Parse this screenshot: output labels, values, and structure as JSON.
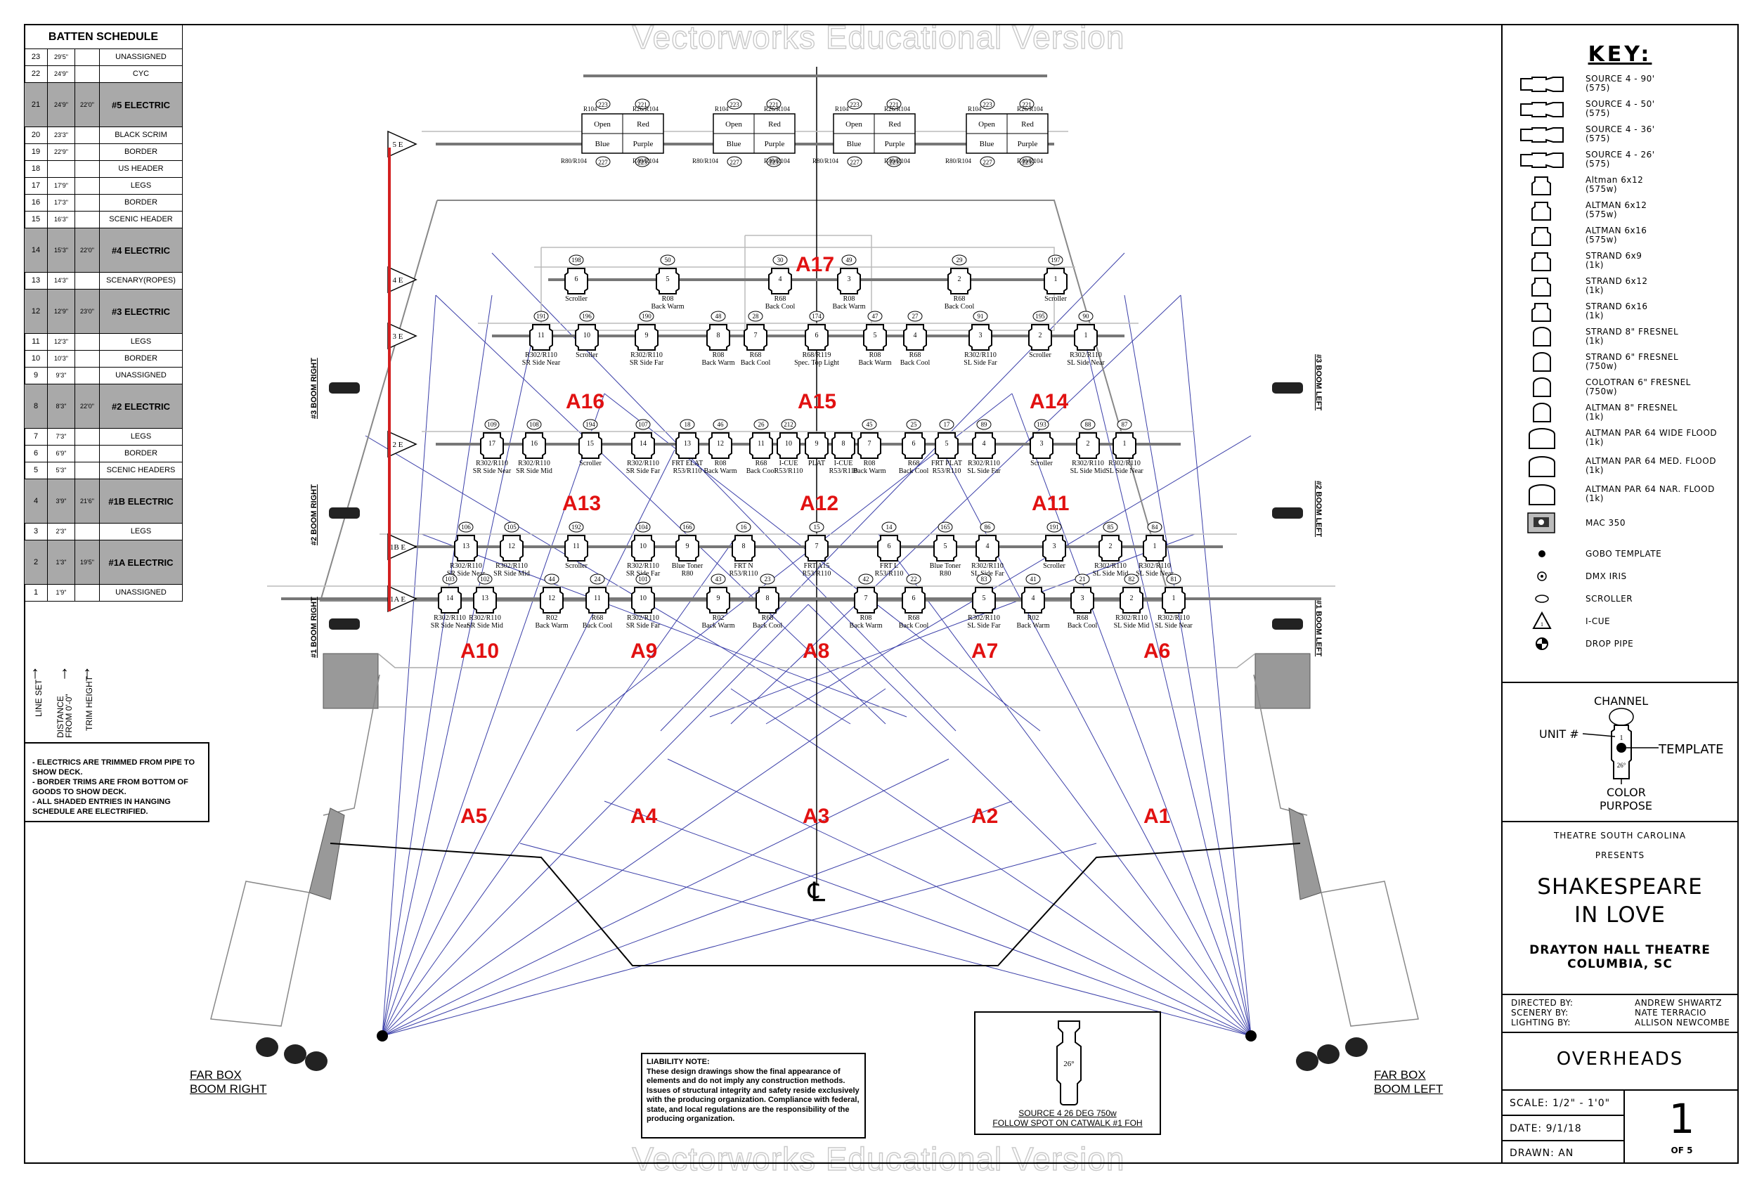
{
  "watermark": "Vectorworks Educational Version",
  "batten_schedule": {
    "title": "BATTEN SCHEDULE",
    "rows": [
      {
        "n": "23",
        "dist": "29'5\"",
        "trim": "",
        "name": "UNASSIGNED",
        "shaded": false
      },
      {
        "n": "22",
        "dist": "24'9\"",
        "trim": "",
        "name": "CYC",
        "shaded": false
      },
      {
        "n": "21",
        "dist": "24'9\"",
        "trim": "22'0\"",
        "name": "#5 ELECTRIC",
        "shaded": true
      },
      {
        "n": "20",
        "dist": "23'3\"",
        "trim": "",
        "name": "BLACK SCRIM",
        "shaded": false
      },
      {
        "n": "19",
        "dist": "22'9\"",
        "trim": "",
        "name": "BORDER",
        "shaded": false
      },
      {
        "n": "18",
        "dist": "",
        "trim": "",
        "name": "US HEADER",
        "shaded": false
      },
      {
        "n": "17",
        "dist": "17'9\"",
        "trim": "",
        "name": "LEGS",
        "shaded": false
      },
      {
        "n": "16",
        "dist": "17'3\"",
        "trim": "",
        "name": "BORDER",
        "shaded": false
      },
      {
        "n": "15",
        "dist": "16'3\"",
        "trim": "",
        "name": "SCENIC HEADER",
        "shaded": false
      },
      {
        "n": "14",
        "dist": "15'3\"",
        "trim": "22'0\"",
        "name": "#4 ELECTRIC",
        "shaded": true
      },
      {
        "n": "13",
        "dist": "14'3\"",
        "trim": "",
        "name": "SCENARY(ROPES)",
        "shaded": false
      },
      {
        "n": "12",
        "dist": "12'9\"",
        "trim": "23'0\"",
        "name": "#3 ELECTRIC",
        "shaded": true
      },
      {
        "n": "11",
        "dist": "12'3\"",
        "trim": "",
        "name": "LEGS",
        "shaded": false
      },
      {
        "n": "10",
        "dist": "10'3\"",
        "trim": "",
        "name": "BORDER",
        "shaded": false
      },
      {
        "n": "9",
        "dist": "9'3\"",
        "trim": "",
        "name": "UNASSIGNED",
        "shaded": false
      },
      {
        "n": "8",
        "dist": "8'3\"",
        "trim": "22'0\"",
        "name": "#2 ELECTRIC",
        "shaded": true
      },
      {
        "n": "7",
        "dist": "7'3\"",
        "trim": "",
        "name": "LEGS",
        "shaded": false
      },
      {
        "n": "6",
        "dist": "6'9\"",
        "trim": "",
        "name": "BORDER",
        "shaded": false
      },
      {
        "n": "5",
        "dist": "5'3\"",
        "trim": "",
        "name": "SCENIC HEADERS",
        "shaded": false
      },
      {
        "n": "4",
        "dist": "3'9\"",
        "trim": "21'6\"",
        "name": "#1B ELECTRIC",
        "shaded": true
      },
      {
        "n": "3",
        "dist": "2'3\"",
        "trim": "",
        "name": "LEGS",
        "shaded": false
      },
      {
        "n": "2",
        "dist": "1'3\"",
        "trim": "19'5\"",
        "name": "#1A ELECTRIC",
        "shaded": true
      },
      {
        "n": "1",
        "dist": "1'9\"",
        "trim": "",
        "name": "UNASSIGNED",
        "shaded": false
      }
    ],
    "column_headers": [
      "LINE SET",
      "DISTANCE FROM 0'-0\"",
      "TRIM HEIGHT"
    ]
  },
  "notes": [
    "- ELECTRICS ARE TRIMMED FROM PIPE TO SHOW DECK.",
    "- BORDER TRIMS ARE FROM BOTTOM OF GOODS TO SHOW DECK.",
    "- ALL SHADED ENTRIES IN HANGING SCHEDULE ARE ELECTRIFIED."
  ],
  "liability": {
    "title": "LIABILITY NOTE:",
    "text": "These design drawings show the final appearance of elements and do not imply any construction methods. Issues of structural integrity and safety reside exclusively with the producing organization. Compliance with federal, state, and local regulations are the responsibility of the producing organization."
  },
  "follow_spot": {
    "label_line1": "SOURCE 4 26 DEG 750w",
    "label_line2": "FOLLOW SPOT ON CATWALK #1 FOH",
    "unit_label": "26°"
  },
  "key": {
    "title": "KEY:",
    "items": [
      {
        "label": "SOURCE 4 - 90'",
        "sub": "(575)",
        "icon": "source4-icon"
      },
      {
        "label": "SOURCE 4 - 50'",
        "sub": "(575)",
        "icon": "source4-icon"
      },
      {
        "label": "SOURCE 4 - 36'",
        "sub": "(575)",
        "icon": "source4-icon"
      },
      {
        "label": "SOURCE 4 - 26'",
        "sub": "(575)",
        "icon": "source4-icon"
      },
      {
        "label": "Altman 6x12",
        "sub": "(575w)",
        "icon": "ellipsoidal-icon"
      },
      {
        "label": "ALTMAN 6x12",
        "sub": "(575w)",
        "icon": "ellipsoidal-icon"
      },
      {
        "label": "ALTMAN 6x16",
        "sub": "(575w)",
        "icon": "ellipsoidal-icon"
      },
      {
        "label": "STRAND 6x9",
        "sub": "(1k)",
        "icon": "ellipsoidal-icon"
      },
      {
        "label": "STRAND 6x12",
        "sub": "(1k)",
        "icon": "ellipsoidal-icon"
      },
      {
        "label": "STRAND 6x16",
        "sub": "(1k)",
        "icon": "ellipsoidal-icon"
      },
      {
        "label": "STRAND 8\" FRESNEL",
        "sub": "(1k)",
        "icon": "fresnel-icon"
      },
      {
        "label": "STRAND 6\" FRESNEL",
        "sub": "(750w)",
        "icon": "fresnel-icon"
      },
      {
        "label": "COLOTRAN 6\" FRESNEL",
        "sub": "(750w)",
        "icon": "fresnel-icon"
      },
      {
        "label": "ALTMAN 8\" FRESNEL",
        "sub": "(1k)",
        "icon": "fresnel-icon"
      },
      {
        "label": "ALTMAN PAR 64 WIDE FLOOD",
        "sub": "(1k)",
        "icon": "par-icon"
      },
      {
        "label": "ALTMAN PAR 64 MED. FLOOD",
        "sub": "(1k)",
        "icon": "par-icon"
      },
      {
        "label": "ALTMAN PAR 64 NAR. FLOOD",
        "sub": "(1k)",
        "icon": "par-icon"
      },
      {
        "label": "MAC 350",
        "sub": "",
        "icon": "moving-head-icon"
      },
      {
        "label": "GOBO TEMPLATE",
        "sub": "",
        "icon": "gobo-dot-icon"
      },
      {
        "label": "DMX IRIS",
        "sub": "",
        "icon": "iris-icon"
      },
      {
        "label": "SCROLLER",
        "sub": "",
        "icon": "scroller-icon"
      },
      {
        "label": "I-CUE",
        "sub": "",
        "icon": "icue-triangle-icon"
      },
      {
        "label": "DROP PIPE",
        "sub": "",
        "icon": "drop-pipe-icon"
      }
    ]
  },
  "legend_diagram": {
    "channel": "CHANNEL",
    "unit": "UNIT #",
    "template": "TEMPLATE",
    "color": "COLOR",
    "purpose": "PURPOSE",
    "unit_num": "1",
    "unit_deg": "26°"
  },
  "title_block": {
    "presenter_line1": "THEATRE SOUTH CAROLINA",
    "presenter_line2": "PRESENTS",
    "show_line1": "SHAKESPEARE",
    "show_line2": "IN LOVE",
    "venue_line1": "DRAYTON HALL THEATRE",
    "venue_line2": "COLUMBIA, SC",
    "credits": [
      {
        "role": "DIRECTED BY:",
        "name": "ANDREW SHWARTZ"
      },
      {
        "role": "SCENERY BY:",
        "name": "NATE TERRACIO"
      },
      {
        "role": "LIGHTING BY:",
        "name": "ALLISON NEWCOMBE"
      }
    ],
    "sheet_title": "OVERHEADS",
    "scale": "SCALE: 1/2\" - 1'0\"",
    "date": "DATE: 9/1/18",
    "drawn": "DRAWN: AN",
    "sheet_num": "1",
    "sheet_of": "OF 5"
  },
  "plot": {
    "areas": [
      "A17",
      "A16",
      "A15",
      "A14",
      "A13",
      "A12",
      "A11",
      "A10",
      "A9",
      "A8",
      "A7",
      "A6",
      "A5",
      "A4",
      "A3",
      "A2",
      "A1"
    ],
    "pipes": [
      "5 E",
      "4 E",
      "3 E",
      "2 E",
      "1B E",
      "1A E"
    ],
    "booms_left_side": [
      "#3 BOOM RIGHT",
      "#2 BOOM RIGHT",
      "#1 BOOM RIGHT"
    ],
    "booms_right_side": [
      "#3 BOOM LEFT",
      "#2 BOOM LEFT",
      "#1 BOOM LEFT"
    ],
    "far_box_right": [
      "FAR BOX",
      "BOOM RIGHT"
    ],
    "far_box_left": [
      "FAR BOX",
      "BOOM LEFT"
    ],
    "centerline": "℄",
    "cyc_units": [
      {
        "left": "Open",
        "right": "Red",
        "bl": "Blue",
        "br": "Purple",
        "c1": "223",
        "c2": "221",
        "c3": "227",
        "c4": "225",
        "top_l": "R104",
        "top_r": "R26/R104",
        "bot_l": "R80/R104",
        "bot_r": "R49/R104"
      },
      {
        "left": "Open",
        "right": "Red",
        "bl": "Blue",
        "br": "Purple",
        "c1": "223",
        "c2": "221",
        "c3": "227",
        "c4": "225",
        "top_l": "R104",
        "top_r": "R26/R104",
        "bot_l": "R80/R104",
        "bot_r": "R49/R104"
      },
      {
        "left": "Open",
        "right": "Red",
        "bl": "Blue",
        "br": "Purple",
        "c1": "223",
        "c2": "221",
        "c3": "227",
        "c4": "225",
        "top_l": "R104",
        "top_r": "R26/R104",
        "bot_l": "R80/R104",
        "bot_r": "R49/R104"
      },
      {
        "left": "Open",
        "right": "Red",
        "bl": "Blue",
        "br": "Purple",
        "c1": "223",
        "c2": "221",
        "c3": "227",
        "c4": "225",
        "top_l": "R104",
        "top_r": "R26/R104",
        "bot_l": "R80/R104",
        "bot_r": "R49/R104"
      }
    ],
    "electric4": [
      {
        "ch": "198",
        "u": "6",
        "lbl1": "Scroller",
        "lbl2": ""
      },
      {
        "ch": "50",
        "u": "5",
        "lbl1": "R08",
        "lbl2": "Back Warm"
      },
      {
        "ch": "30",
        "u": "4",
        "lbl1": "R68",
        "lbl2": "Back Cool"
      },
      {
        "ch": "49",
        "u": "3",
        "lbl1": "R08",
        "lbl2": "Back Warm"
      },
      {
        "ch": "29",
        "u": "2",
        "lbl1": "R68",
        "lbl2": "Back Cool"
      },
      {
        "ch": "197",
        "u": "1",
        "lbl1": "Scroller",
        "lbl2": ""
      }
    ],
    "electric3": [
      {
        "ch": "191",
        "u": "11",
        "lbl1": "R302/R110",
        "lbl2": "SR Side Near"
      },
      {
        "ch": "196",
        "u": "10",
        "lbl1": "Scroller",
        "lbl2": ""
      },
      {
        "ch": "190",
        "u": "9",
        "lbl1": "R302/R110",
        "lbl2": "SR Side Far"
      },
      {
        "ch": "48",
        "u": "8",
        "lbl1": "R08",
        "lbl2": "Back Warm"
      },
      {
        "ch": "28",
        "u": "7",
        "lbl1": "R68",
        "lbl2": "Back Cool"
      },
      {
        "ch": "174",
        "u": "6",
        "lbl1": "R68/R119",
        "lbl2": "Spec. Top Light"
      },
      {
        "ch": "47",
        "u": "5",
        "lbl1": "R08",
        "lbl2": "Back Warm"
      },
      {
        "ch": "27",
        "u": "4",
        "lbl1": "R68",
        "lbl2": "Back Cool"
      },
      {
        "ch": "91",
        "u": "3",
        "lbl1": "R302/R110",
        "lbl2": "SL Side Far"
      },
      {
        "ch": "195",
        "u": "2",
        "lbl1": "Scroller",
        "lbl2": ""
      },
      {
        "ch": "90",
        "u": "1",
        "lbl1": "R302/R110",
        "lbl2": "SL Side Near"
      }
    ],
    "electric2": [
      {
        "ch": "109",
        "u": "17",
        "lbl1": "R302/R110",
        "lbl2": "SR Side Near"
      },
      {
        "ch": "108",
        "u": "16",
        "lbl1": "R302/R110",
        "lbl2": "SR Side Mid"
      },
      {
        "ch": "194",
        "u": "15",
        "lbl1": "Scroller",
        "lbl2": ""
      },
      {
        "ch": "107",
        "u": "14",
        "lbl1": "R302/R110",
        "lbl2": "SR Side Far"
      },
      {
        "ch": "18",
        "u": "13",
        "lbl1": "FRT ELAT",
        "lbl2": "R53/R110"
      },
      {
        "ch": "46",
        "u": "12",
        "lbl1": "R08",
        "lbl2": "Back Warm"
      },
      {
        "ch": "26",
        "u": "11",
        "lbl1": "R68",
        "lbl2": "Back Cool"
      },
      {
        "ch": "212",
        "u": "10",
        "lbl1": "I-CUE",
        "lbl2": "R53/R110"
      },
      {
        "ch": "",
        "u": "9",
        "lbl1": "PLAT",
        "lbl2": ""
      },
      {
        "ch": "",
        "u": "8",
        "lbl1": "I-CUE",
        "lbl2": "R53/R110"
      },
      {
        "ch": "45",
        "u": "7",
        "lbl1": "R08",
        "lbl2": "Back Warm"
      },
      {
        "ch": "25",
        "u": "6",
        "lbl1": "R68",
        "lbl2": "Back Cool"
      },
      {
        "ch": "17",
        "u": "5",
        "lbl1": "FRT PLAT",
        "lbl2": "R53/R110"
      },
      {
        "ch": "89",
        "u": "4",
        "lbl1": "R302/R110",
        "lbl2": "SL Side Far"
      },
      {
        "ch": "193",
        "u": "3",
        "lbl1": "Scroller",
        "lbl2": ""
      },
      {
        "ch": "88",
        "u": "2",
        "lbl1": "R302/R110",
        "lbl2": "SL Side Mid"
      },
      {
        "ch": "87",
        "u": "1",
        "lbl1": "R302/R110",
        "lbl2": "SL Side Near"
      }
    ],
    "electric1b": [
      {
        "ch": "106",
        "u": "13",
        "lbl1": "R302/R110",
        "lbl2": "SR Side Near"
      },
      {
        "ch": "105",
        "u": "12",
        "lbl1": "R302/R110",
        "lbl2": "SR Side Mid"
      },
      {
        "ch": "192",
        "u": "11",
        "lbl1": "Scroller",
        "lbl2": ""
      },
      {
        "ch": "104",
        "u": "10",
        "lbl1": "R302/R110",
        "lbl2": "SR Side Far"
      },
      {
        "ch": "166",
        "u": "9",
        "lbl1": "Blue Toner",
        "lbl2": "R80"
      },
      {
        "ch": "16",
        "u": "8",
        "lbl1": "FRT N",
        "lbl2": "R53/R110"
      },
      {
        "ch": "15",
        "u": "7",
        "lbl1": "FRT A15",
        "lbl2": "R53/R110"
      },
      {
        "ch": "14",
        "u": "6",
        "lbl1": "FRT L",
        "lbl2": "R53/R110"
      },
      {
        "ch": "165",
        "u": "5",
        "lbl1": "Blue Toner",
        "lbl2": "R80"
      },
      {
        "ch": "86",
        "u": "4",
        "lbl1": "R302/R110",
        "lbl2": "SL Side Far"
      },
      {
        "ch": "191",
        "u": "3",
        "lbl1": "Scroller",
        "lbl2": ""
      },
      {
        "ch": "85",
        "u": "2",
        "lbl1": "R302/R110",
        "lbl2": "SL Side Mid"
      },
      {
        "ch": "84",
        "u": "1",
        "lbl1": "R302/R110",
        "lbl2": "SL Side Near"
      }
    ],
    "electric1a": [
      {
        "ch": "103",
        "u": "14",
        "lbl1": "R302/R110",
        "lbl2": "SR Side Near"
      },
      {
        "ch": "102",
        "u": "13",
        "lbl1": "R302/R110",
        "lbl2": "SR Side Mid"
      },
      {
        "ch": "44",
        "u": "12",
        "lbl1": "R02",
        "lbl2": "Back Warm"
      },
      {
        "ch": "24",
        "u": "11",
        "lbl1": "R68",
        "lbl2": "Back Cool"
      },
      {
        "ch": "101",
        "u": "10",
        "lbl1": "R302/R110",
        "lbl2": "SR Side Far"
      },
      {
        "ch": "43",
        "u": "9",
        "lbl1": "R02",
        "lbl2": "Back Warm"
      },
      {
        "ch": "23",
        "u": "8",
        "lbl1": "R68",
        "lbl2": "Back Cool"
      },
      {
        "ch": "42",
        "u": "7",
        "lbl1": "R08",
        "lbl2": "Back Warm"
      },
      {
        "ch": "22",
        "u": "6",
        "lbl1": "R68",
        "lbl2": "Back Cool"
      },
      {
        "ch": "83",
        "u": "5",
        "lbl1": "R302/R110",
        "lbl2": "SL Side Far"
      },
      {
        "ch": "41",
        "u": "4",
        "lbl1": "R02",
        "lbl2": "Back Warm"
      },
      {
        "ch": "21",
        "u": "3",
        "lbl1": "R68",
        "lbl2": "Back Cool"
      },
      {
        "ch": "82",
        "u": "2",
        "lbl1": "R302/R110",
        "lbl2": "SL Side Mid"
      },
      {
        "ch": "81",
        "u": "1",
        "lbl1": "R302/R110",
        "lbl2": "SL Side Near"
      }
    ]
  },
  "colors": {
    "area_red": "#e11111",
    "boom_line": "#d32020",
    "beam_blue": "#3a3ea8",
    "shade_grey": "#a9a9a9"
  }
}
